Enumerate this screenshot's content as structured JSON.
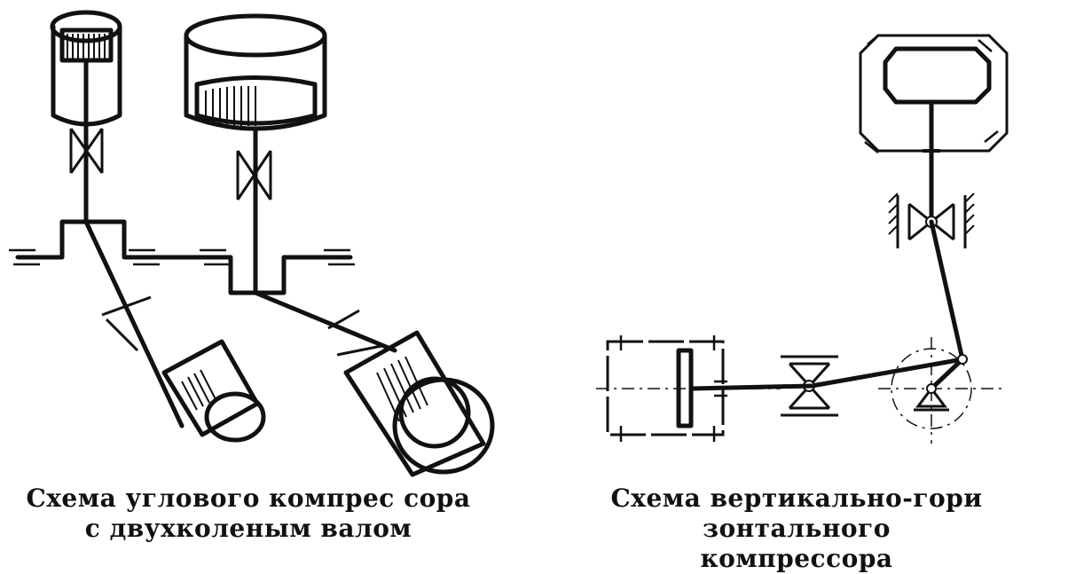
{
  "captions": {
    "left_line1": "Схема углового компрес сора",
    "left_line2": "с двухколеным валом",
    "right_line1": "Схема вертикально-гори зонтального",
    "right_line2": "компрессора"
  },
  "colors": {
    "ink": "#111111",
    "paper": "#ffffff"
  }
}
